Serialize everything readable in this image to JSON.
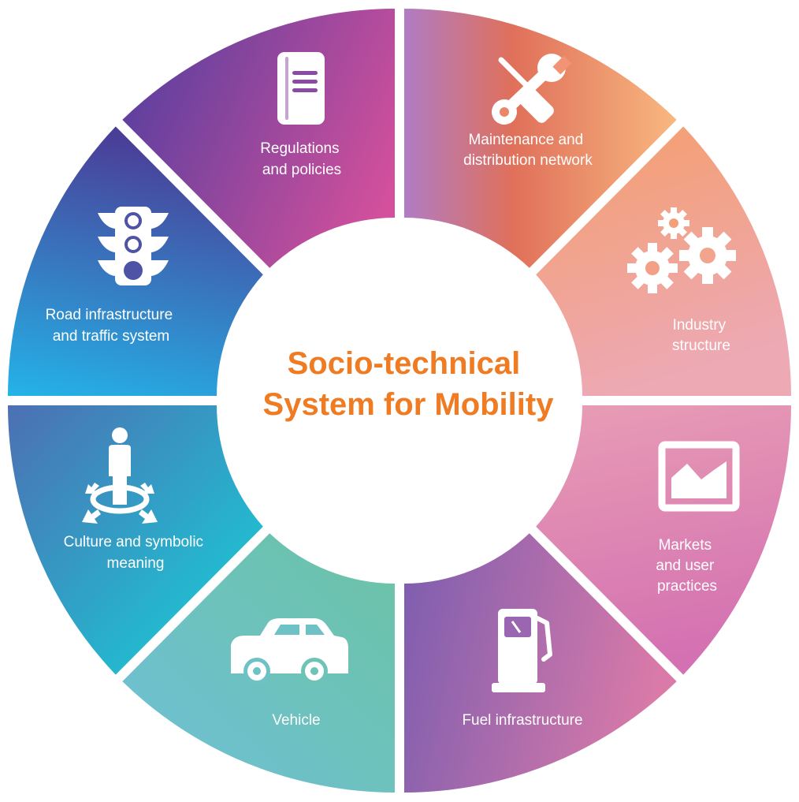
{
  "diagram": {
    "center_title": [
      "Socio-technical",
      "System for Mobility"
    ],
    "center_color": "#ef7b22",
    "segments": [
      {
        "id": "regulations",
        "label": [
          "Regulations",
          "and policies"
        ],
        "icon": "document-icon",
        "colors": [
          "#5b3f9e",
          "#d4509c"
        ]
      },
      {
        "id": "maintenance",
        "label": [
          "Maintenance and",
          "distribution network"
        ],
        "icon": "wrench-screwdriver-icon",
        "colors": [
          "#b07cc4",
          "#e0705a",
          "#f8b880"
        ]
      },
      {
        "id": "industry",
        "label": [
          "Industry",
          "structure"
        ],
        "icon": "gears-icon",
        "colors": [
          "#f59e6b",
          "#eda9b4"
        ]
      },
      {
        "id": "markets",
        "label": [
          "Markets",
          "and user",
          "practices"
        ],
        "icon": "chart-picture-icon",
        "colors": [
          "#e89db4",
          "#d471b2"
        ]
      },
      {
        "id": "fuel",
        "label": [
          "Fuel infrastructure"
        ],
        "icon": "fuel-pump-icon",
        "colors": [
          "#7c5db0",
          "#d97aa8"
        ]
      },
      {
        "id": "vehicle",
        "label": [
          "Vehicle"
        ],
        "icon": "car-icon",
        "colors": [
          "#6ec0d8",
          "#6cc3a4"
        ]
      },
      {
        "id": "culture",
        "label": [
          "Culture and symbolic",
          "meaning"
        ],
        "icon": "person-crossroads-icon",
        "colors": [
          "#4d6fb3",
          "#1fc0d2"
        ]
      },
      {
        "id": "road",
        "label": [
          "Road infrastructure",
          "and traffic system"
        ],
        "icon": "traffic-light-icon",
        "colors": [
          "#4a3f98",
          "#24b3e8"
        ]
      }
    ]
  }
}
